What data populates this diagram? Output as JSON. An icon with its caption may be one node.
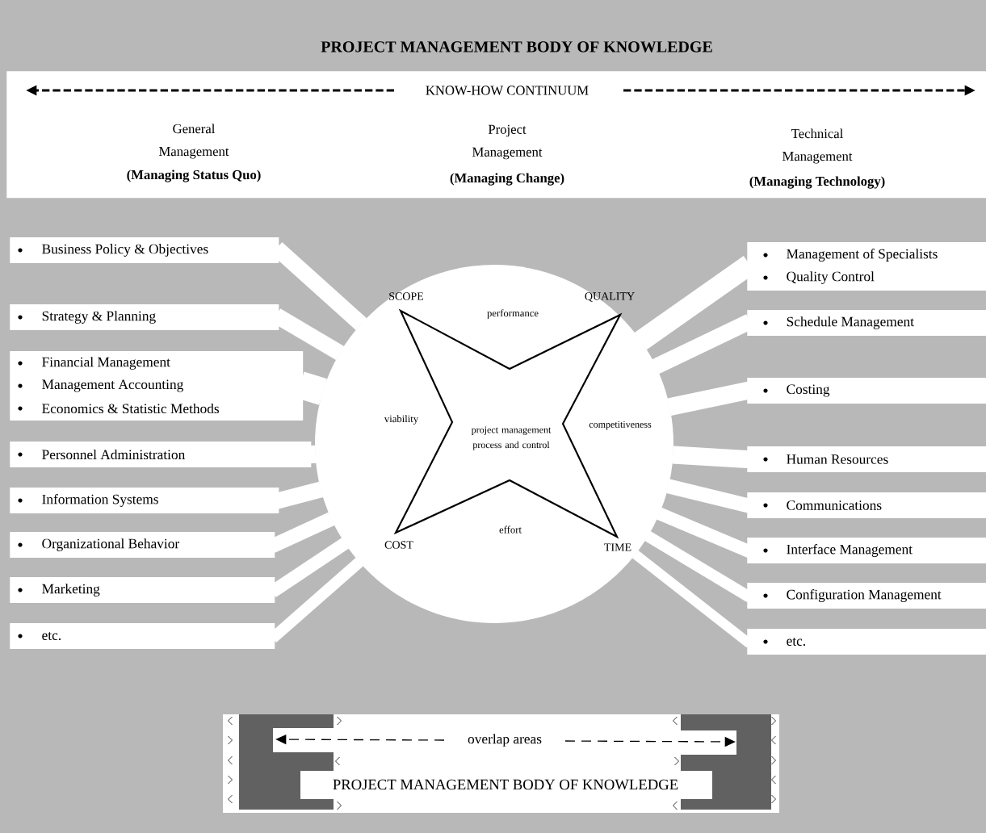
{
  "diagram": {
    "title": "PROJECT MANAGEMENT BODY OF KNOWLEDGE",
    "nodes": [
      {
        "text": [
          "KNOW-HOW CONTINUUM",
          "General Management",
          "(Managing Status Quo)",
          "Project Management",
          "(Managing Change)",
          "Technical Management",
          "(Managing Technology)"
        ]
      },
      {
        "text": [
          "SCOPE",
          "QUALITY",
          "performance",
          "viability",
          "competitiveness",
          "COST",
          "effort",
          "TIME"
        ]
      },
      {
        "text": [
          "project management process and control"
        ],
        "in": 1
      },
      {
        "text": [
          "Business Policy & Objectives"
        ]
      },
      {
        "text": [
          "Strategy & Planning"
        ]
      },
      {
        "text": [
          "Financial Management",
          "Management Accounting",
          "Economics & Statistic Methods"
        ]
      },
      {
        "text": [
          "Personnel Administration"
        ]
      },
      {
        "text": [
          "Information Systems"
        ]
      },
      {
        "text": [
          "Organizational Behavior"
        ]
      },
      {
        "text": [
          "Marketing"
        ]
      },
      {
        "text": [
          "etc."
        ]
      },
      {
        "text": [
          "Management of Specialists",
          "Quality Control"
        ]
      },
      {
        "text": [
          "Schedule Management"
        ]
      },
      {
        "text": [
          "Costing"
        ]
      },
      {
        "text": [
          "Human Resources"
        ]
      },
      {
        "text": [
          "Communications"
        ]
      },
      {
        "text": [
          "Interface Management"
        ]
      },
      {
        "text": [
          "Configuration Management"
        ]
      },
      {
        "text": [
          "etc."
        ]
      },
      {
        "text": [
          "overlap areas",
          "PROJECT MANAGEMENT BODY OF KNOWLEDGE"
        ]
      }
    ],
    "edges": [
      {
        "from": 3,
        "to": 1,
        "arrow": "none"
      },
      {
        "from": 4,
        "to": 1,
        "arrow": "none"
      },
      {
        "from": 5,
        "to": 1,
        "arrow": "none"
      },
      {
        "from": 6,
        "to": 1,
        "arrow": "none"
      },
      {
        "from": 7,
        "to": 1,
        "arrow": "none"
      },
      {
        "from": 8,
        "to": 1,
        "arrow": "none"
      },
      {
        "from": 9,
        "to": 1,
        "arrow": "none"
      },
      {
        "from": 10,
        "to": 1,
        "arrow": "none"
      },
      {
        "from": 11,
        "to": 1,
        "arrow": "none"
      },
      {
        "from": 12,
        "to": 1,
        "arrow": "none"
      },
      {
        "from": 13,
        "to": 1,
        "arrow": "none"
      },
      {
        "from": 14,
        "to": 1,
        "arrow": "none"
      },
      {
        "from": 15,
        "to": 1,
        "arrow": "none"
      },
      {
        "from": 16,
        "to": 1,
        "arrow": "none"
      },
      {
        "from": 17,
        "to": 1,
        "arrow": "none"
      },
      {
        "from": 18,
        "to": 1,
        "arrow": "none"
      }
    ]
  }
}
